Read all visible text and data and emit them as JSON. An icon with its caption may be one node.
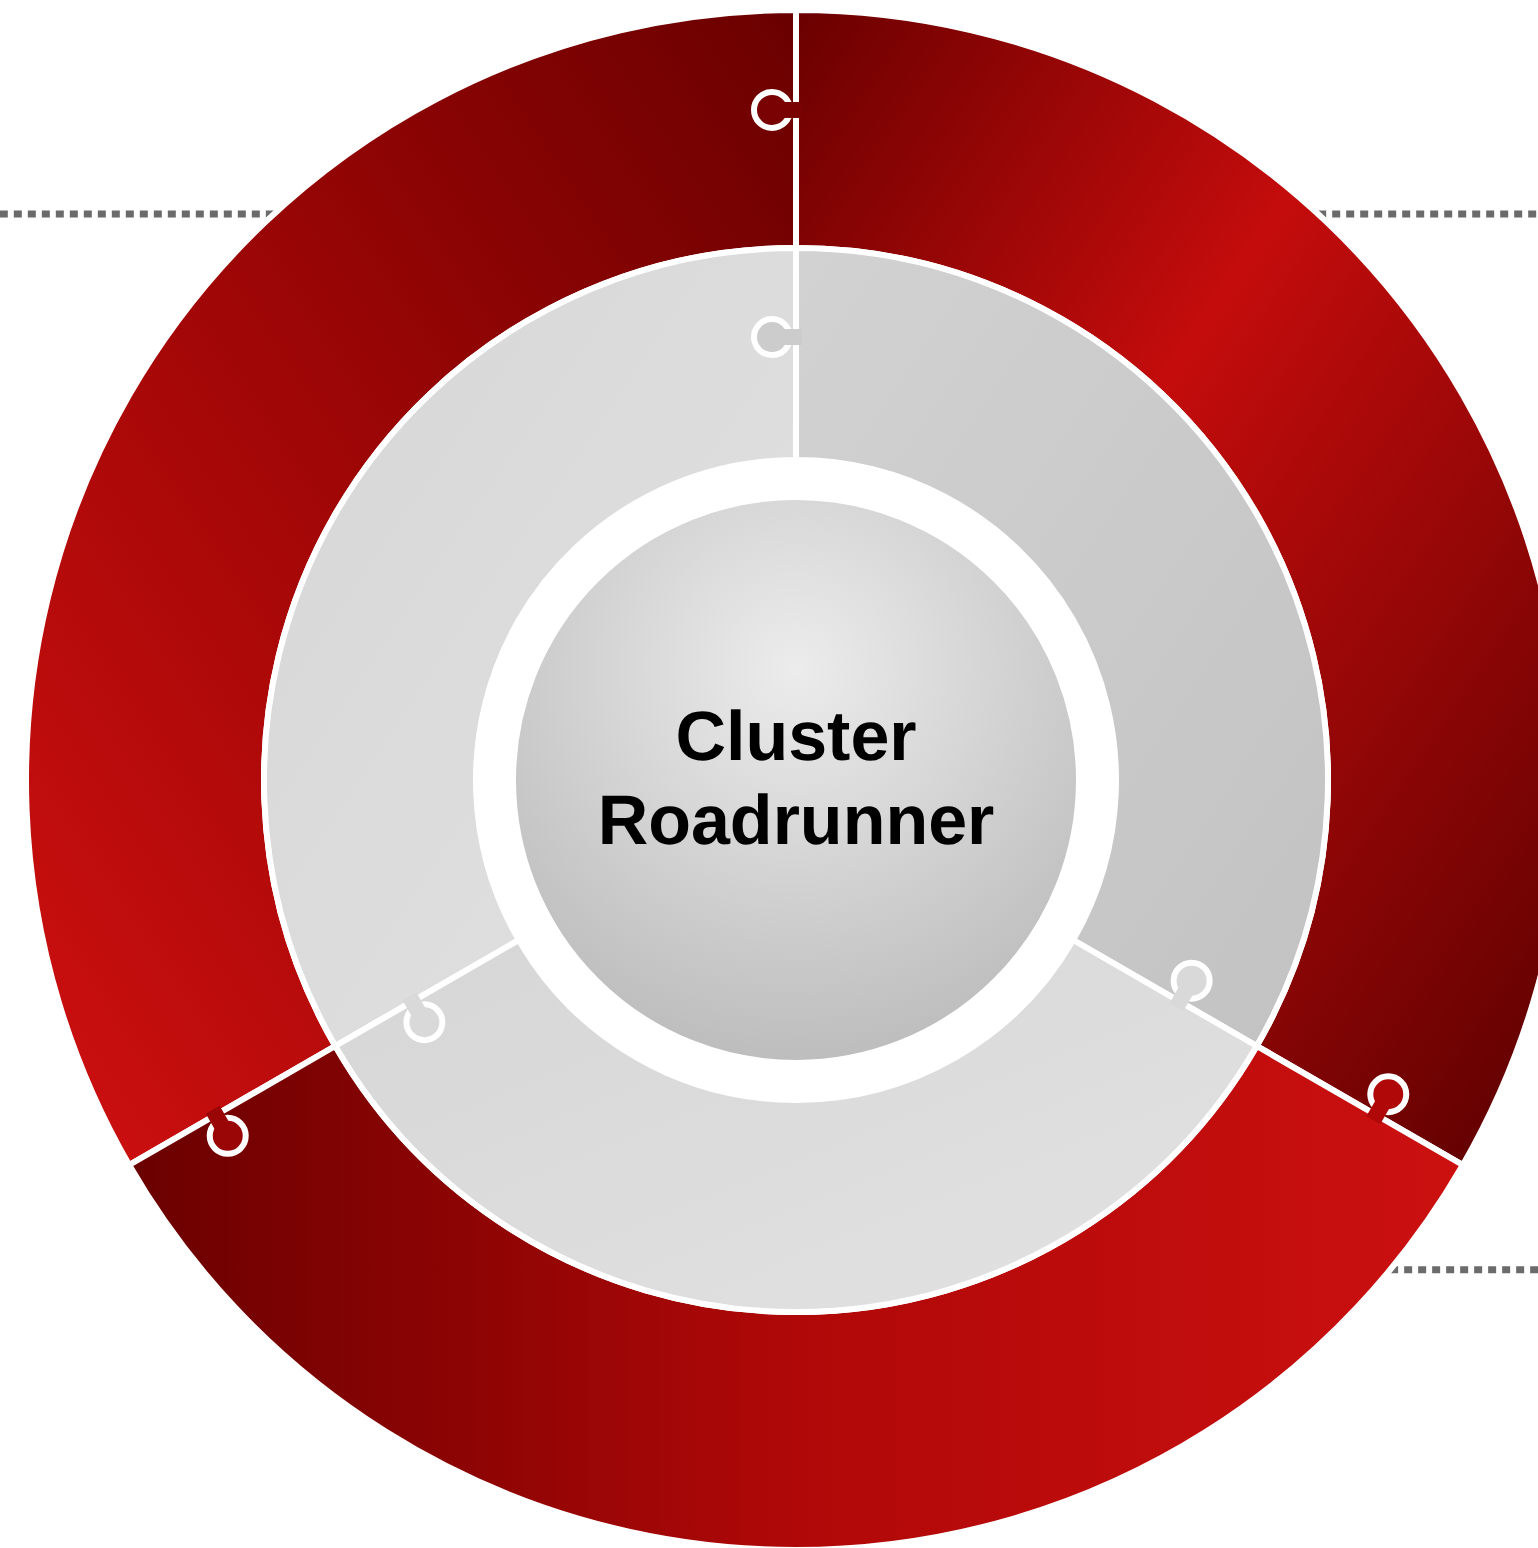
{
  "diagram": {
    "nodes": [
      {
        "text": [],
        "shape": "arc"
      },
      {
        "text": [],
        "shape": "arc"
      },
      {
        "text": [],
        "shape": "arc"
      },
      {
        "text": [],
        "shape": "arc"
      },
      {
        "text": [],
        "shape": "arc"
      },
      {
        "text": [],
        "shape": "arc"
      },
      {
        "text": [
          "Cluster Roadrunner"
        ]
      }
    ],
    "edges": [
      {
        "from": 0,
        "to": null,
        "arrow": "none",
        "style": "dashed"
      },
      {
        "from": 1,
        "to": null,
        "arrow": "none",
        "style": "dashed"
      },
      {
        "from": 2,
        "to": null,
        "arrow": "none",
        "style": "dashed"
      }
    ]
  }
}
